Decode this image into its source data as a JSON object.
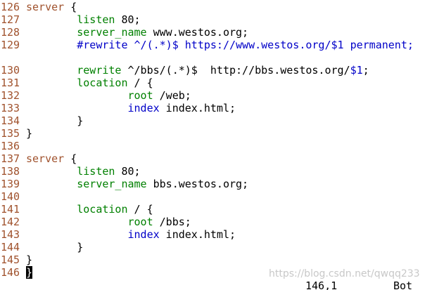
{
  "lines": [
    {
      "num": "126",
      "segs": [
        [
          "kw",
          "server"
        ],
        [
          "txt",
          " {"
        ]
      ]
    },
    {
      "num": "127",
      "segs": [
        [
          "txt",
          "        "
        ],
        [
          "dir",
          "listen"
        ],
        [
          "txt",
          " 80;"
        ]
      ]
    },
    {
      "num": "128",
      "segs": [
        [
          "txt",
          "        "
        ],
        [
          "dir",
          "server_name"
        ],
        [
          "txt",
          " www.westos.org;"
        ]
      ]
    },
    {
      "num": "129",
      "segs": [
        [
          "txt",
          "        "
        ],
        [
          "cmt",
          "#rewrite ^/(.*)$ https://www.westos.org/$1 permanent;"
        ]
      ]
    },
    {
      "num": "130",
      "segs": [
        [
          "txt",
          "        "
        ],
        [
          "dir",
          "rewrite"
        ],
        [
          "txt",
          " ^/bbs/(.*)$  http://bbs.westos.org/"
        ],
        [
          "blu",
          "$1"
        ],
        [
          "txt",
          ";"
        ]
      ]
    },
    {
      "num": "131",
      "segs": [
        [
          "txt",
          "        "
        ],
        [
          "dir",
          "location"
        ],
        [
          "txt",
          " / {"
        ]
      ]
    },
    {
      "num": "132",
      "segs": [
        [
          "txt",
          "                "
        ],
        [
          "dir",
          "root"
        ],
        [
          "txt",
          " /web;"
        ]
      ]
    },
    {
      "num": "133",
      "segs": [
        [
          "txt",
          "                "
        ],
        [
          "blu",
          "index"
        ],
        [
          "txt",
          " index.html;"
        ]
      ]
    },
    {
      "num": "134",
      "segs": [
        [
          "txt",
          "        }"
        ]
      ]
    },
    {
      "num": "135",
      "segs": [
        [
          "txt",
          "}"
        ]
      ]
    },
    {
      "num": "136",
      "segs": []
    },
    {
      "num": "137",
      "segs": [
        [
          "kw",
          "server"
        ],
        [
          "txt",
          " {"
        ]
      ]
    },
    {
      "num": "138",
      "segs": [
        [
          "txt",
          "        "
        ],
        [
          "dir",
          "listen"
        ],
        [
          "txt",
          " 80;"
        ]
      ]
    },
    {
      "num": "139",
      "segs": [
        [
          "txt",
          "        "
        ],
        [
          "dir",
          "server_name"
        ],
        [
          "txt",
          " bbs.westos.org;"
        ]
      ]
    },
    {
      "num": "140",
      "segs": []
    },
    {
      "num": "141",
      "segs": [
        [
          "txt",
          "        "
        ],
        [
          "dir",
          "location"
        ],
        [
          "txt",
          " / {"
        ]
      ]
    },
    {
      "num": "142",
      "segs": [
        [
          "txt",
          "                "
        ],
        [
          "dir",
          "root"
        ],
        [
          "txt",
          " /bbs;"
        ]
      ]
    },
    {
      "num": "143",
      "segs": [
        [
          "txt",
          "                "
        ],
        [
          "blu",
          "index"
        ],
        [
          "txt",
          " index.html;"
        ]
      ]
    },
    {
      "num": "144",
      "segs": [
        [
          "txt",
          "        }"
        ]
      ]
    },
    {
      "num": "145",
      "segs": [
        [
          "txt",
          "}"
        ]
      ]
    },
    {
      "num": "146",
      "segs": [
        [
          "cur",
          "}"
        ]
      ]
    }
  ],
  "status": {
    "position": "146,1",
    "scroll": "Bot"
  },
  "watermark": "https://blog.csdn.net/qwqq233"
}
